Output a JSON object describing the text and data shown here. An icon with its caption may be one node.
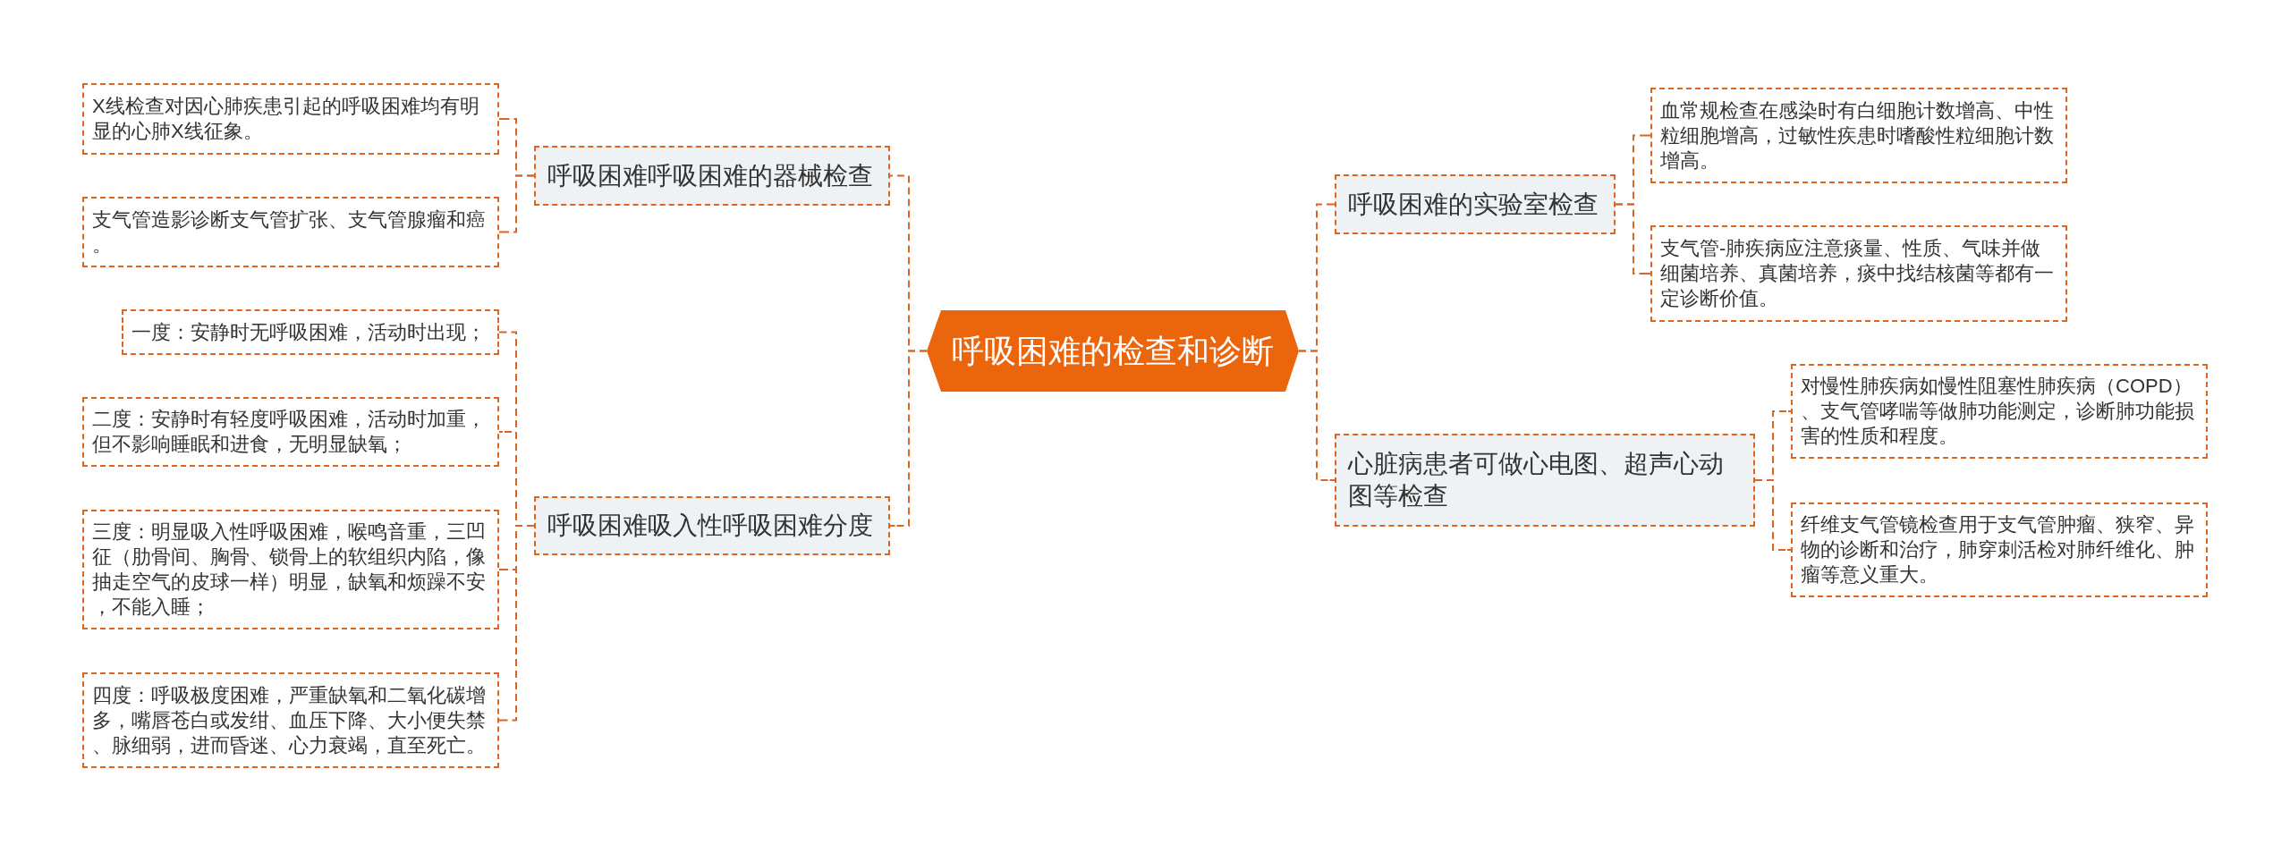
{
  "diagram": {
    "nodes": [
      {
        "text": [
          "呼吸困难的检查和诊断"
        ]
      },
      {
        "text": [
          "呼吸困难呼吸困难的器械检查"
        ]
      },
      {
        "text": [
          "X线检查对因心肺疾患引起的呼吸困难均有明显的心肺X线征象。"
        ]
      },
      {
        "text": [
          "支气管造影诊断支气管扩张、支气管腺瘤和癌。"
        ]
      },
      {
        "text": [
          "呼吸困难吸入性呼吸困难分度"
        ]
      },
      {
        "text": [
          "一度：安静时无呼吸困难，活动时出现；"
        ]
      },
      {
        "text": [
          "二度：安静时有轻度呼吸困难，活动时加重，但不影响睡眠和进食，无明显缺氧；"
        ]
      },
      {
        "text": [
          "三度：明显吸入性呼吸困难，喉鸣音重，三凹征（肋骨间、胸骨、锁骨上的软组织内陷，像抽走空气的皮球一样）明显，缺氧和烦躁不安，不能入睡；"
        ]
      },
      {
        "text": [
          "四度：呼吸极度困难，严重缺氧和二氧化碳增多，嘴唇苍白或发绀、血压下降、大小便失禁、脉细弱，进而昏迷、心力衰竭，直至死亡。"
        ]
      },
      {
        "text": [
          "呼吸困难的实验室检查"
        ]
      },
      {
        "text": [
          "血常规检查在感染时有白细胞计数增高、中性粒细胞增高，过敏性疾患时嗜酸性粒细胞计数增高。"
        ]
      },
      {
        "text": [
          "支气管-肺疾病应注意痰量、性质、气味并做细菌培养、真菌培养，痰中找结核菌等都有一定诊断价值。"
        ]
      },
      {
        "text": [
          "心脏病患者可做心电图、超声心动图等检查"
        ]
      },
      {
        "text": [
          "对慢性肺疾病如慢性阻塞性肺疾病（COPD）、支气管哮喘等做肺功能测定，诊断肺功能损害的性质和程度。"
        ]
      },
      {
        "text": [
          "纤维支气管镜检查用于支气管肿瘤、狭窄、异物的诊断和治疗，肺穿刺活检对肺纤维化、肿瘤等意义重大。"
        ]
      }
    ],
    "edges": [
      {
        "from": 0,
        "to": 1,
        "arrow": "none",
        "style": "dashed"
      },
      {
        "from": 1,
        "to": 2,
        "arrow": "none",
        "style": "dashed"
      },
      {
        "from": 1,
        "to": 3,
        "arrow": "none",
        "style": "dashed"
      },
      {
        "from": 0,
        "to": 4,
        "arrow": "none",
        "style": "dashed"
      },
      {
        "from": 4,
        "to": 5,
        "arrow": "none",
        "style": "dashed"
      },
      {
        "from": 4,
        "to": 6,
        "arrow": "none",
        "style": "dashed"
      },
      {
        "from": 4,
        "to": 7,
        "arrow": "none",
        "style": "dashed"
      },
      {
        "from": 4,
        "to": 8,
        "arrow": "none",
        "style": "dashed"
      },
      {
        "from": 0,
        "to": 9,
        "arrow": "none",
        "style": "dashed"
      },
      {
        "from": 9,
        "to": 10,
        "arrow": "none",
        "style": "dashed"
      },
      {
        "from": 9,
        "to": 11,
        "arrow": "none",
        "style": "dashed"
      },
      {
        "from": 0,
        "to": 12,
        "arrow": "none",
        "style": "dashed"
      },
      {
        "from": 12,
        "to": 13,
        "arrow": "none",
        "style": "dashed"
      },
      {
        "from": 12,
        "to": 14,
        "arrow": "none",
        "style": "dashed"
      }
    ]
  }
}
